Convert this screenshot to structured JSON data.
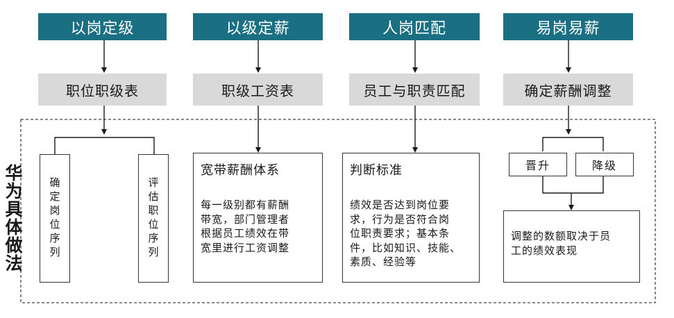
{
  "columns": [
    {
      "header": "以岗定级",
      "mid": "职位职级表"
    },
    {
      "header": "以级定薪",
      "mid": "职级工资表"
    },
    {
      "header": "人岗匹配",
      "mid": "员工与职责匹配"
    },
    {
      "header": "易岗易薪",
      "mid": "确定薪酬调整"
    }
  ],
  "side_label": "华为具体做法",
  "col1": {
    "left_box": "确定岗位序列",
    "right_box": "评估职位序列"
  },
  "col2": {
    "title": "宽带薪酬体系",
    "lines": [
      "每一级别都有薪酬",
      "带宽，部门管理者",
      "根据员工绩效在带",
      "宽里进行工资调整"
    ]
  },
  "col3": {
    "title": "判断标准",
    "lines": [
      "绩效是否达到岗位要",
      "求，行为是否符合岗",
      "位职责要求；基本条",
      "件，比如知识、技能、",
      "素质、经验等"
    ]
  },
  "col4": {
    "promote": "晋升",
    "demote": "降级",
    "lines": [
      "调整的数额取决于员",
      "工的绩效表现"
    ]
  }
}
